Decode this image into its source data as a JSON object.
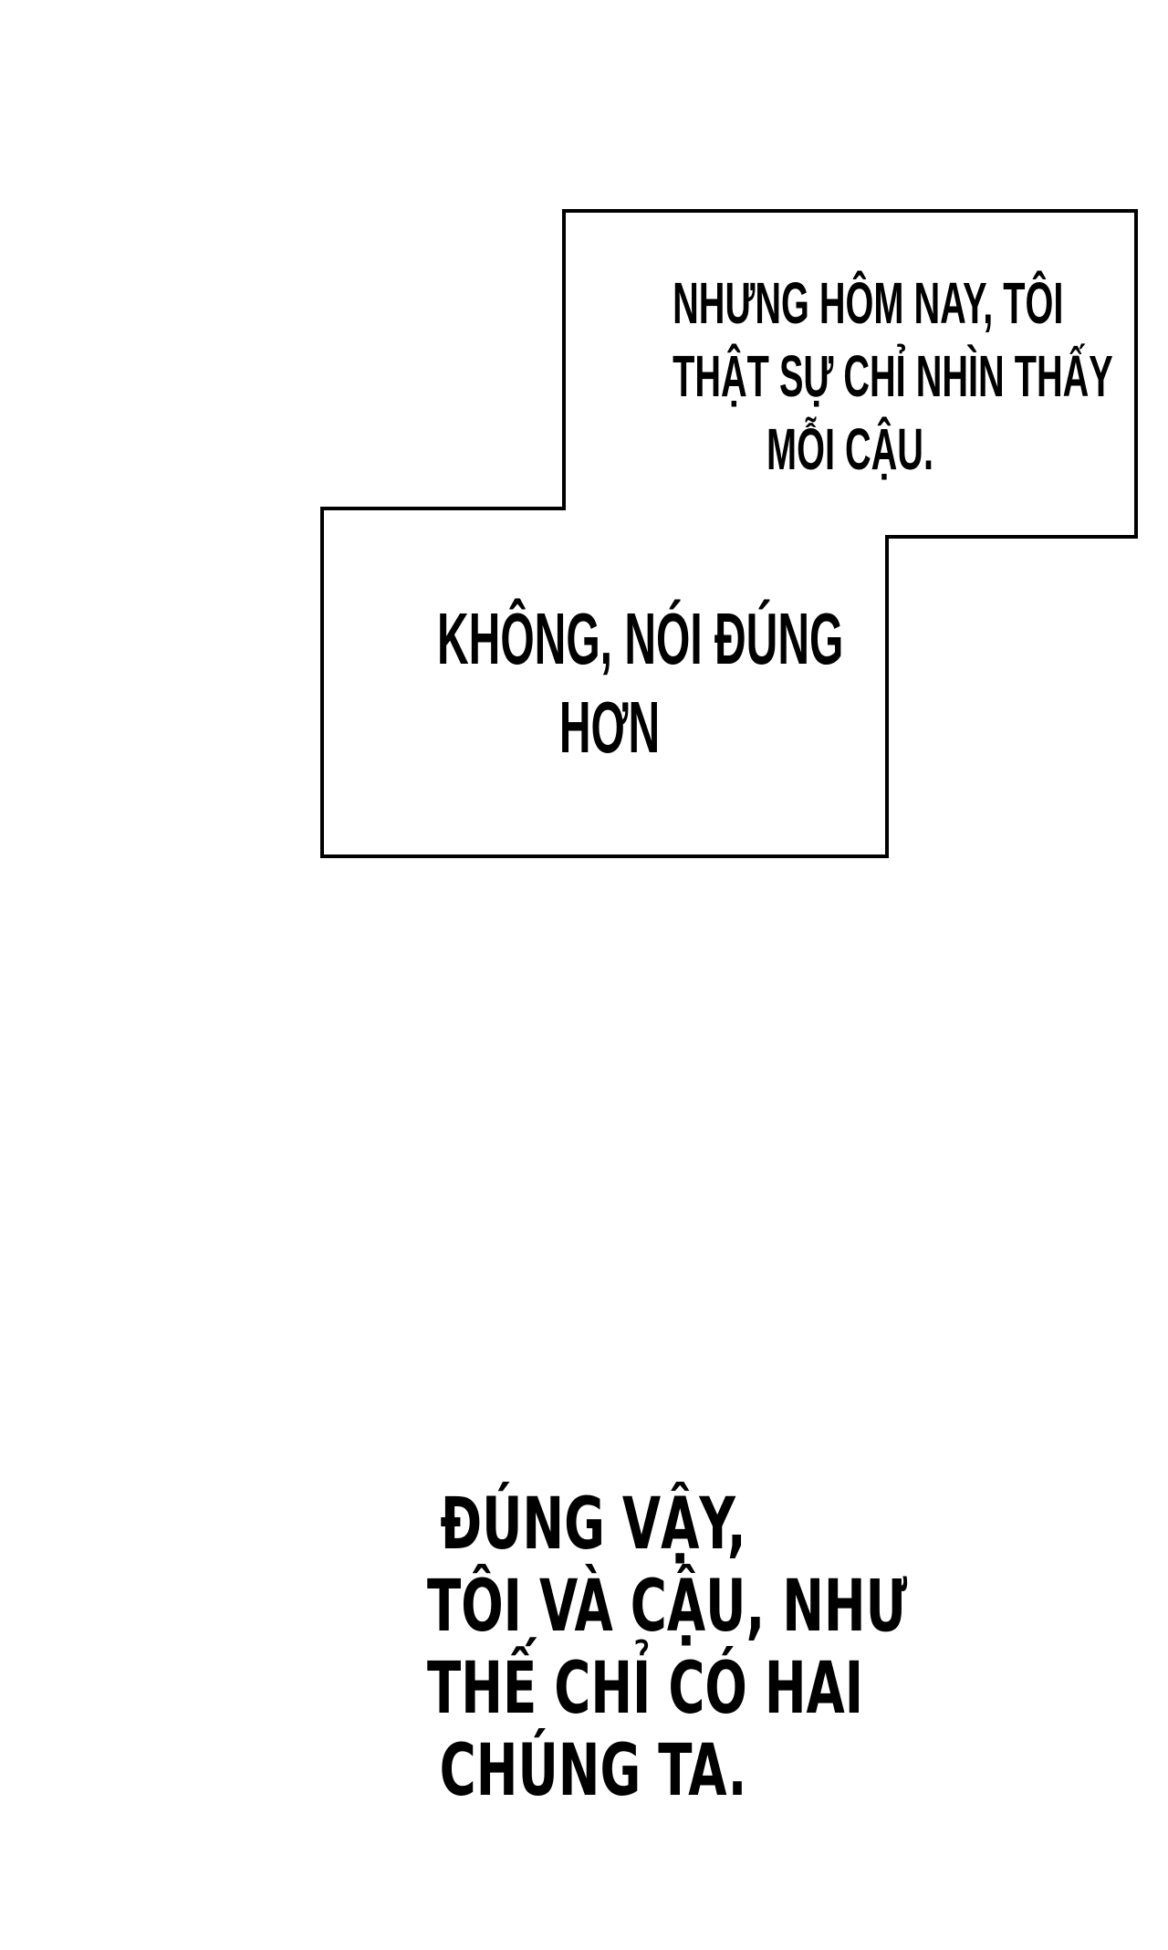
{
  "panel": {
    "background_color": "#ffffff",
    "ink_color": "#000000",
    "narration_box": {
      "block_1": {
        "lines": [
          "NHƯNG HÔM NAY, TÔI",
          "THẬT SỰ CHỈ NHÌN THẤY",
          "MỖI CẬU."
        ]
      },
      "block_2": {
        "lines": [
          "KHÔNG, NÓI ĐÚNG",
          "HƠN"
        ]
      }
    },
    "free_narration": {
      "lines": [
        "ĐÚNG VẬY,",
        "TÔI VÀ CẬU, NHƯ",
        "THẾ CHỈ CÓ HAI",
        "CHÚNG TA."
      ]
    }
  }
}
